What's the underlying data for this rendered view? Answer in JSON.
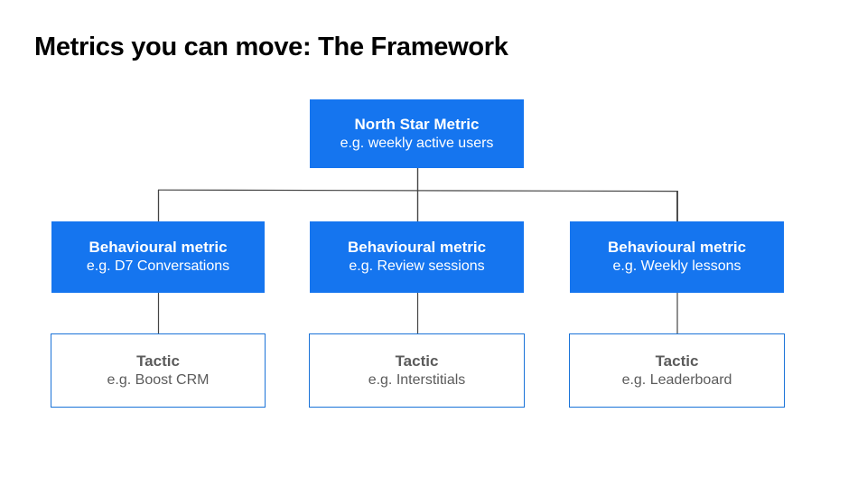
{
  "slide": {
    "title": "Metrics you can move: The Framework",
    "background_color": "#ffffff",
    "accent_color": "#1575ef",
    "border_color": "#1a73d8",
    "connector_color": "#444444",
    "tactic_text_color": "#5b5b5b"
  },
  "diagram": {
    "type": "hierarchy",
    "levels": [
      "North Star Metric",
      "Behavioural metric",
      "Tactic"
    ],
    "north_star": {
      "title": "North Star Metric",
      "subtitle": "e.g. weekly active users"
    },
    "behaviours": [
      {
        "title": "Behavioural metric",
        "subtitle": "e.g. D7 Conversations"
      },
      {
        "title": "Behavioural metric",
        "subtitle": "e.g. Review sessions"
      },
      {
        "title": "Behavioural metric",
        "subtitle": "e.g. Weekly lessons"
      }
    ],
    "tactics": [
      {
        "title": "Tactic",
        "subtitle": "e.g. Boost CRM"
      },
      {
        "title": "Tactic",
        "subtitle": "e.g. Interstitials"
      },
      {
        "title": "Tactic",
        "subtitle": "e.g. Leaderboard"
      }
    ]
  }
}
